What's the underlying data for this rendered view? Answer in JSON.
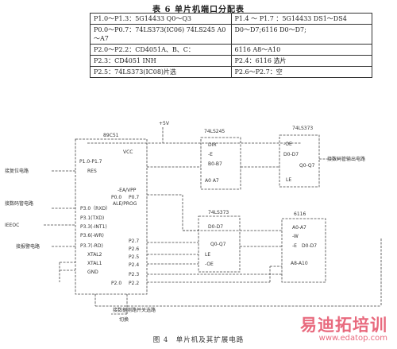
{
  "table": {
    "title": "表 6 单片机端口分配表",
    "rows": [
      [
        "P1.0～P1.3：5G14433 Q0～Q3",
        "P1.4 ～ P1.7 ：5G14433 DS1～DS4"
      ],
      [
        "P0.0～P0.7：74LS373(IC06) 74LS245 A0～A7",
        "D0～D7;6116 D0～D7;"
      ],
      [
        "P2.0～P2.2：CD4051A、B、C：",
        "6116 A8～A10"
      ],
      [
        "P2.3：CD4051 INH",
        "P2.4：6116 选片"
      ],
      [
        "P2.5：74LS373(IC08)片选",
        "P2.6～P2.7：空"
      ]
    ]
  },
  "circuit": {
    "vcc_label": "+5V",
    "mcu": {
      "name": "89C51",
      "pins_left": [
        "P1.0-P1.7",
        "RES",
        "P3.0（RXD）",
        "P3.1(TXD)",
        "P3.3(-INT1)",
        "P3.6(-WR)",
        "P3.7(-RD)",
        "XTAL2",
        "XTAL1",
        "GND"
      ],
      "pins_right": [
        "VCC",
        "-EA/VPP",
        "ALE/PROG",
        "P2.7",
        "P2.6",
        "P2.5",
        "P2.4",
        "P2.3",
        "P2.2"
      ],
      "pins_bottom": [
        "P2.0",
        "P2.2"
      ],
      "pins_p0": [
        "P0.0",
        "P0.7"
      ]
    },
    "ic245": {
      "name": "74LS245",
      "pins": [
        "DIR",
        "-E",
        "B0-B7",
        "A0  A7"
      ]
    },
    "ic373a": {
      "name": "74LS373",
      "pins": [
        "-OE",
        "D0-D7",
        "Q0-Q7",
        "LE"
      ]
    },
    "ic373b": {
      "name": "74LS373",
      "pins": [
        "D0-D7",
        "Q0-Q7",
        "LE",
        "-OE"
      ]
    },
    "ic6116": {
      "name": "6116",
      "pins": [
        "A0-A7",
        "-W",
        "-E",
        "D0-D7",
        "A8-A10"
      ]
    },
    "ext_labels": {
      "reset": "接复位电路",
      "display1": "接数码管输出电路",
      "display2": "接数码管电路",
      "eoc": "IEEOC",
      "alarm": "接报警电路",
      "rs": "接数据测路并关选路",
      "switch": "切换"
    }
  },
  "caption": "图 4　单片机及其扩展电路",
  "watermark": {
    "text": "易迪拓培训",
    "url": "www.edatop.com"
  }
}
